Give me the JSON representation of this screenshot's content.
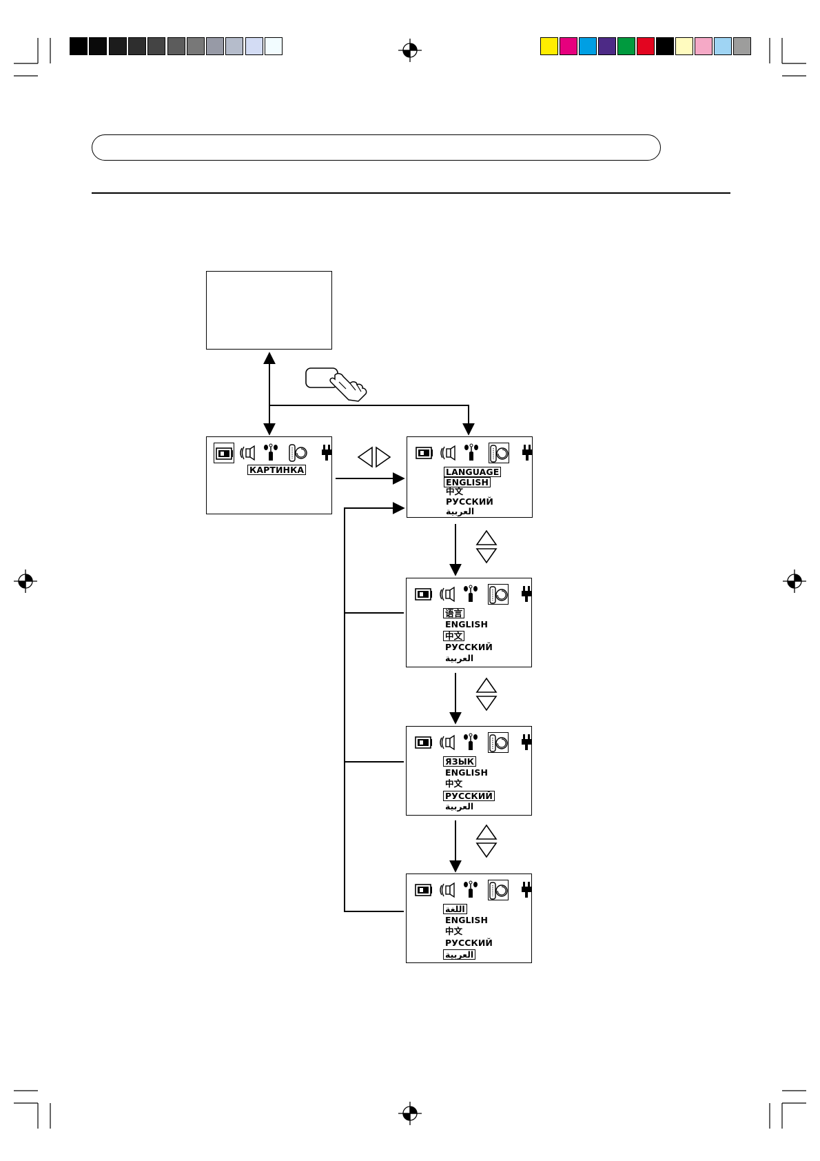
{
  "colors": {
    "grayscale_bar": [
      "#000000",
      "#0a0a0a",
      "#1c1c1c",
      "#2e2e2e",
      "#444444",
      "#5c5c5c",
      "#787878",
      "#979aa6",
      "#b5bccb",
      "#d3dcf4",
      "#f2fcff"
    ],
    "color_bar": [
      "#ffed00",
      "#e6007e",
      "#009fe3",
      "#4d2a86",
      "#009a3e",
      "#e30520",
      "#000000",
      "#fffbbf",
      "#f5a9c6",
      "#9fd4f3",
      "#9d9d9c"
    ]
  },
  "osd": {
    "picture_menu": {
      "label": "КАРТИНКА"
    },
    "language_menus": [
      {
        "title": "LANGUAGE",
        "items": [
          "ENGLISH",
          "中文",
          "РУССКИЙ",
          "العربية"
        ],
        "selected": 0
      },
      {
        "title": "语言",
        "items": [
          "ENGLISH",
          "中文",
          "РУССКИЙ",
          "العربية"
        ],
        "selected": 1
      },
      {
        "title": "ЯЗЫК",
        "items": [
          "ENGLISH",
          "中文",
          "РУССКИЙ",
          "العربية"
        ],
        "selected": 2
      },
      {
        "title": "اللغة",
        "items": [
          "ENGLISH",
          "中文",
          "РУССКИЙ",
          "العربية"
        ],
        "selected": 3
      }
    ],
    "tab_icons": [
      "picture-icon",
      "sound-icon",
      "function-icon",
      "setup-icon",
      "power-plug-icon"
    ]
  },
  "controls": {
    "left_right_icons": [
      "left-triangle-icon",
      "right-triangle-icon"
    ],
    "up_down_icons": [
      "up-triangle-icon",
      "down-triangle-icon"
    ],
    "remote_button_icon": "remote-button-press-icon"
  }
}
